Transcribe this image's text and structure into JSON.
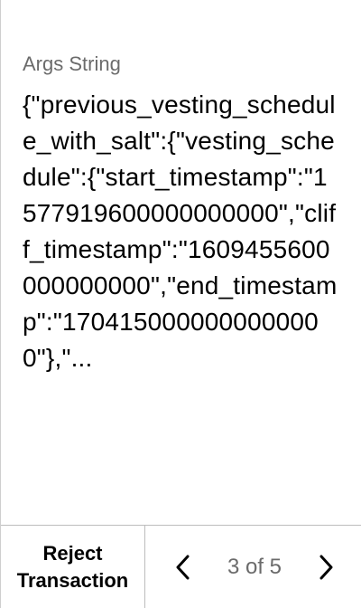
{
  "field": {
    "label": "Args String",
    "value": "{\"previous_vesting_schedule_with_salt\":{\"vesting_schedule\":{\"start_timestamp\":\"1577919600000000000\",\"cliff_timestamp\":\"1609455600000000000\",\"end_timestamp\":\"1704150000000000000\"},\"..."
  },
  "footer": {
    "reject_label": "Reject Transaction",
    "page_counter": "3 of 5",
    "prev_icon": "chevron-left-icon",
    "next_icon": "chevron-right-icon"
  }
}
